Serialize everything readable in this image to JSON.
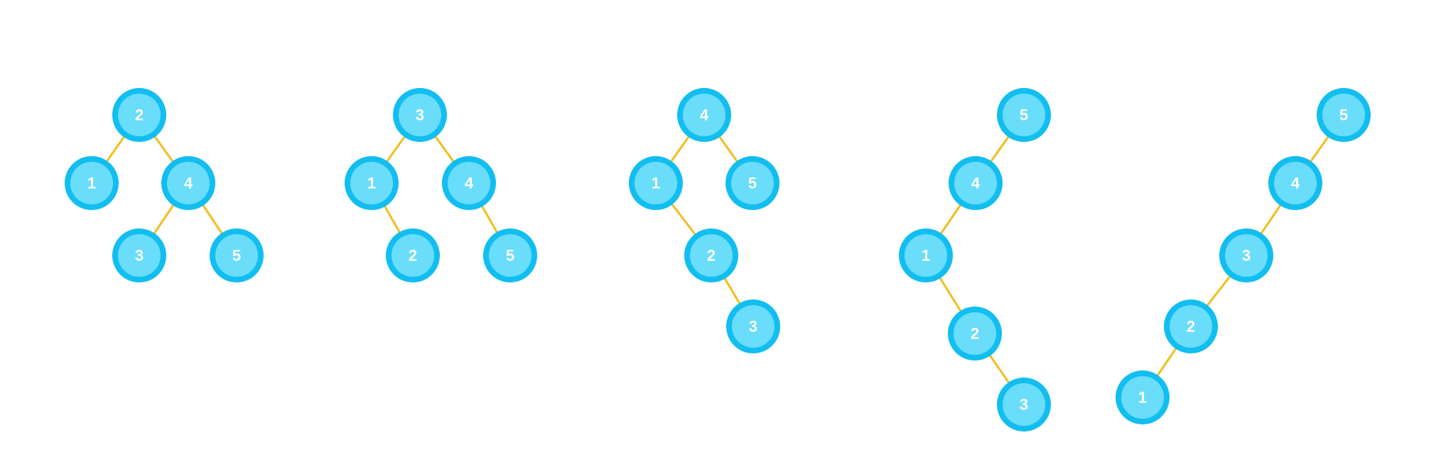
{
  "colors": {
    "node_ring": "#12BEF0",
    "node_fill": "#6ADDFA",
    "edge": "#F2BE1E",
    "label": "#FFFFFF",
    "background": "#FFFFFF"
  },
  "trees": [
    {
      "id": "tree-1",
      "nodes": [
        {
          "id": "t1-n2",
          "label": "2"
        },
        {
          "id": "t1-n1",
          "label": "1"
        },
        {
          "id": "t1-n4",
          "label": "4"
        },
        {
          "id": "t1-n3",
          "label": "3"
        },
        {
          "id": "t1-n5",
          "label": "5"
        }
      ],
      "edges": [
        [
          "t1-n2",
          "t1-n1"
        ],
        [
          "t1-n2",
          "t1-n4"
        ],
        [
          "t1-n4",
          "t1-n3"
        ],
        [
          "t1-n4",
          "t1-n5"
        ]
      ]
    },
    {
      "id": "tree-2",
      "nodes": [
        {
          "id": "t2-n3",
          "label": "3"
        },
        {
          "id": "t2-n1",
          "label": "1"
        },
        {
          "id": "t2-n4",
          "label": "4"
        },
        {
          "id": "t2-n2",
          "label": "2"
        },
        {
          "id": "t2-n5",
          "label": "5"
        }
      ],
      "edges": [
        [
          "t2-n3",
          "t2-n1"
        ],
        [
          "t2-n3",
          "t2-n4"
        ],
        [
          "t2-n1",
          "t2-n2"
        ],
        [
          "t2-n4",
          "t2-n5"
        ]
      ]
    },
    {
      "id": "tree-3",
      "nodes": [
        {
          "id": "t3-n4",
          "label": "4"
        },
        {
          "id": "t3-n1",
          "label": "1"
        },
        {
          "id": "t3-n5",
          "label": "5"
        },
        {
          "id": "t3-n2",
          "label": "2"
        },
        {
          "id": "t3-n3",
          "label": "3"
        }
      ],
      "edges": [
        [
          "t3-n4",
          "t3-n1"
        ],
        [
          "t3-n4",
          "t3-n5"
        ],
        [
          "t3-n1",
          "t3-n2"
        ],
        [
          "t3-n2",
          "t3-n3"
        ]
      ]
    },
    {
      "id": "tree-4",
      "nodes": [
        {
          "id": "t4-n5",
          "label": "5"
        },
        {
          "id": "t4-n4",
          "label": "4"
        },
        {
          "id": "t4-n1",
          "label": "1"
        },
        {
          "id": "t4-n2",
          "label": "2"
        },
        {
          "id": "t4-n3",
          "label": "3"
        }
      ],
      "edges": [
        [
          "t4-n5",
          "t4-n4"
        ],
        [
          "t4-n4",
          "t4-n1"
        ],
        [
          "t4-n1",
          "t4-n2"
        ],
        [
          "t4-n2",
          "t4-n3"
        ]
      ]
    },
    {
      "id": "tree-5",
      "nodes": [
        {
          "id": "t5-n5",
          "label": "5"
        },
        {
          "id": "t5-n4",
          "label": "4"
        },
        {
          "id": "t5-n3",
          "label": "3"
        },
        {
          "id": "t5-n2",
          "label": "2"
        },
        {
          "id": "t5-n1",
          "label": "1"
        }
      ],
      "edges": [
        [
          "t5-n5",
          "t5-n4"
        ],
        [
          "t5-n4",
          "t5-n3"
        ],
        [
          "t5-n3",
          "t5-n2"
        ],
        [
          "t5-n2",
          "t5-n1"
        ]
      ]
    }
  ]
}
